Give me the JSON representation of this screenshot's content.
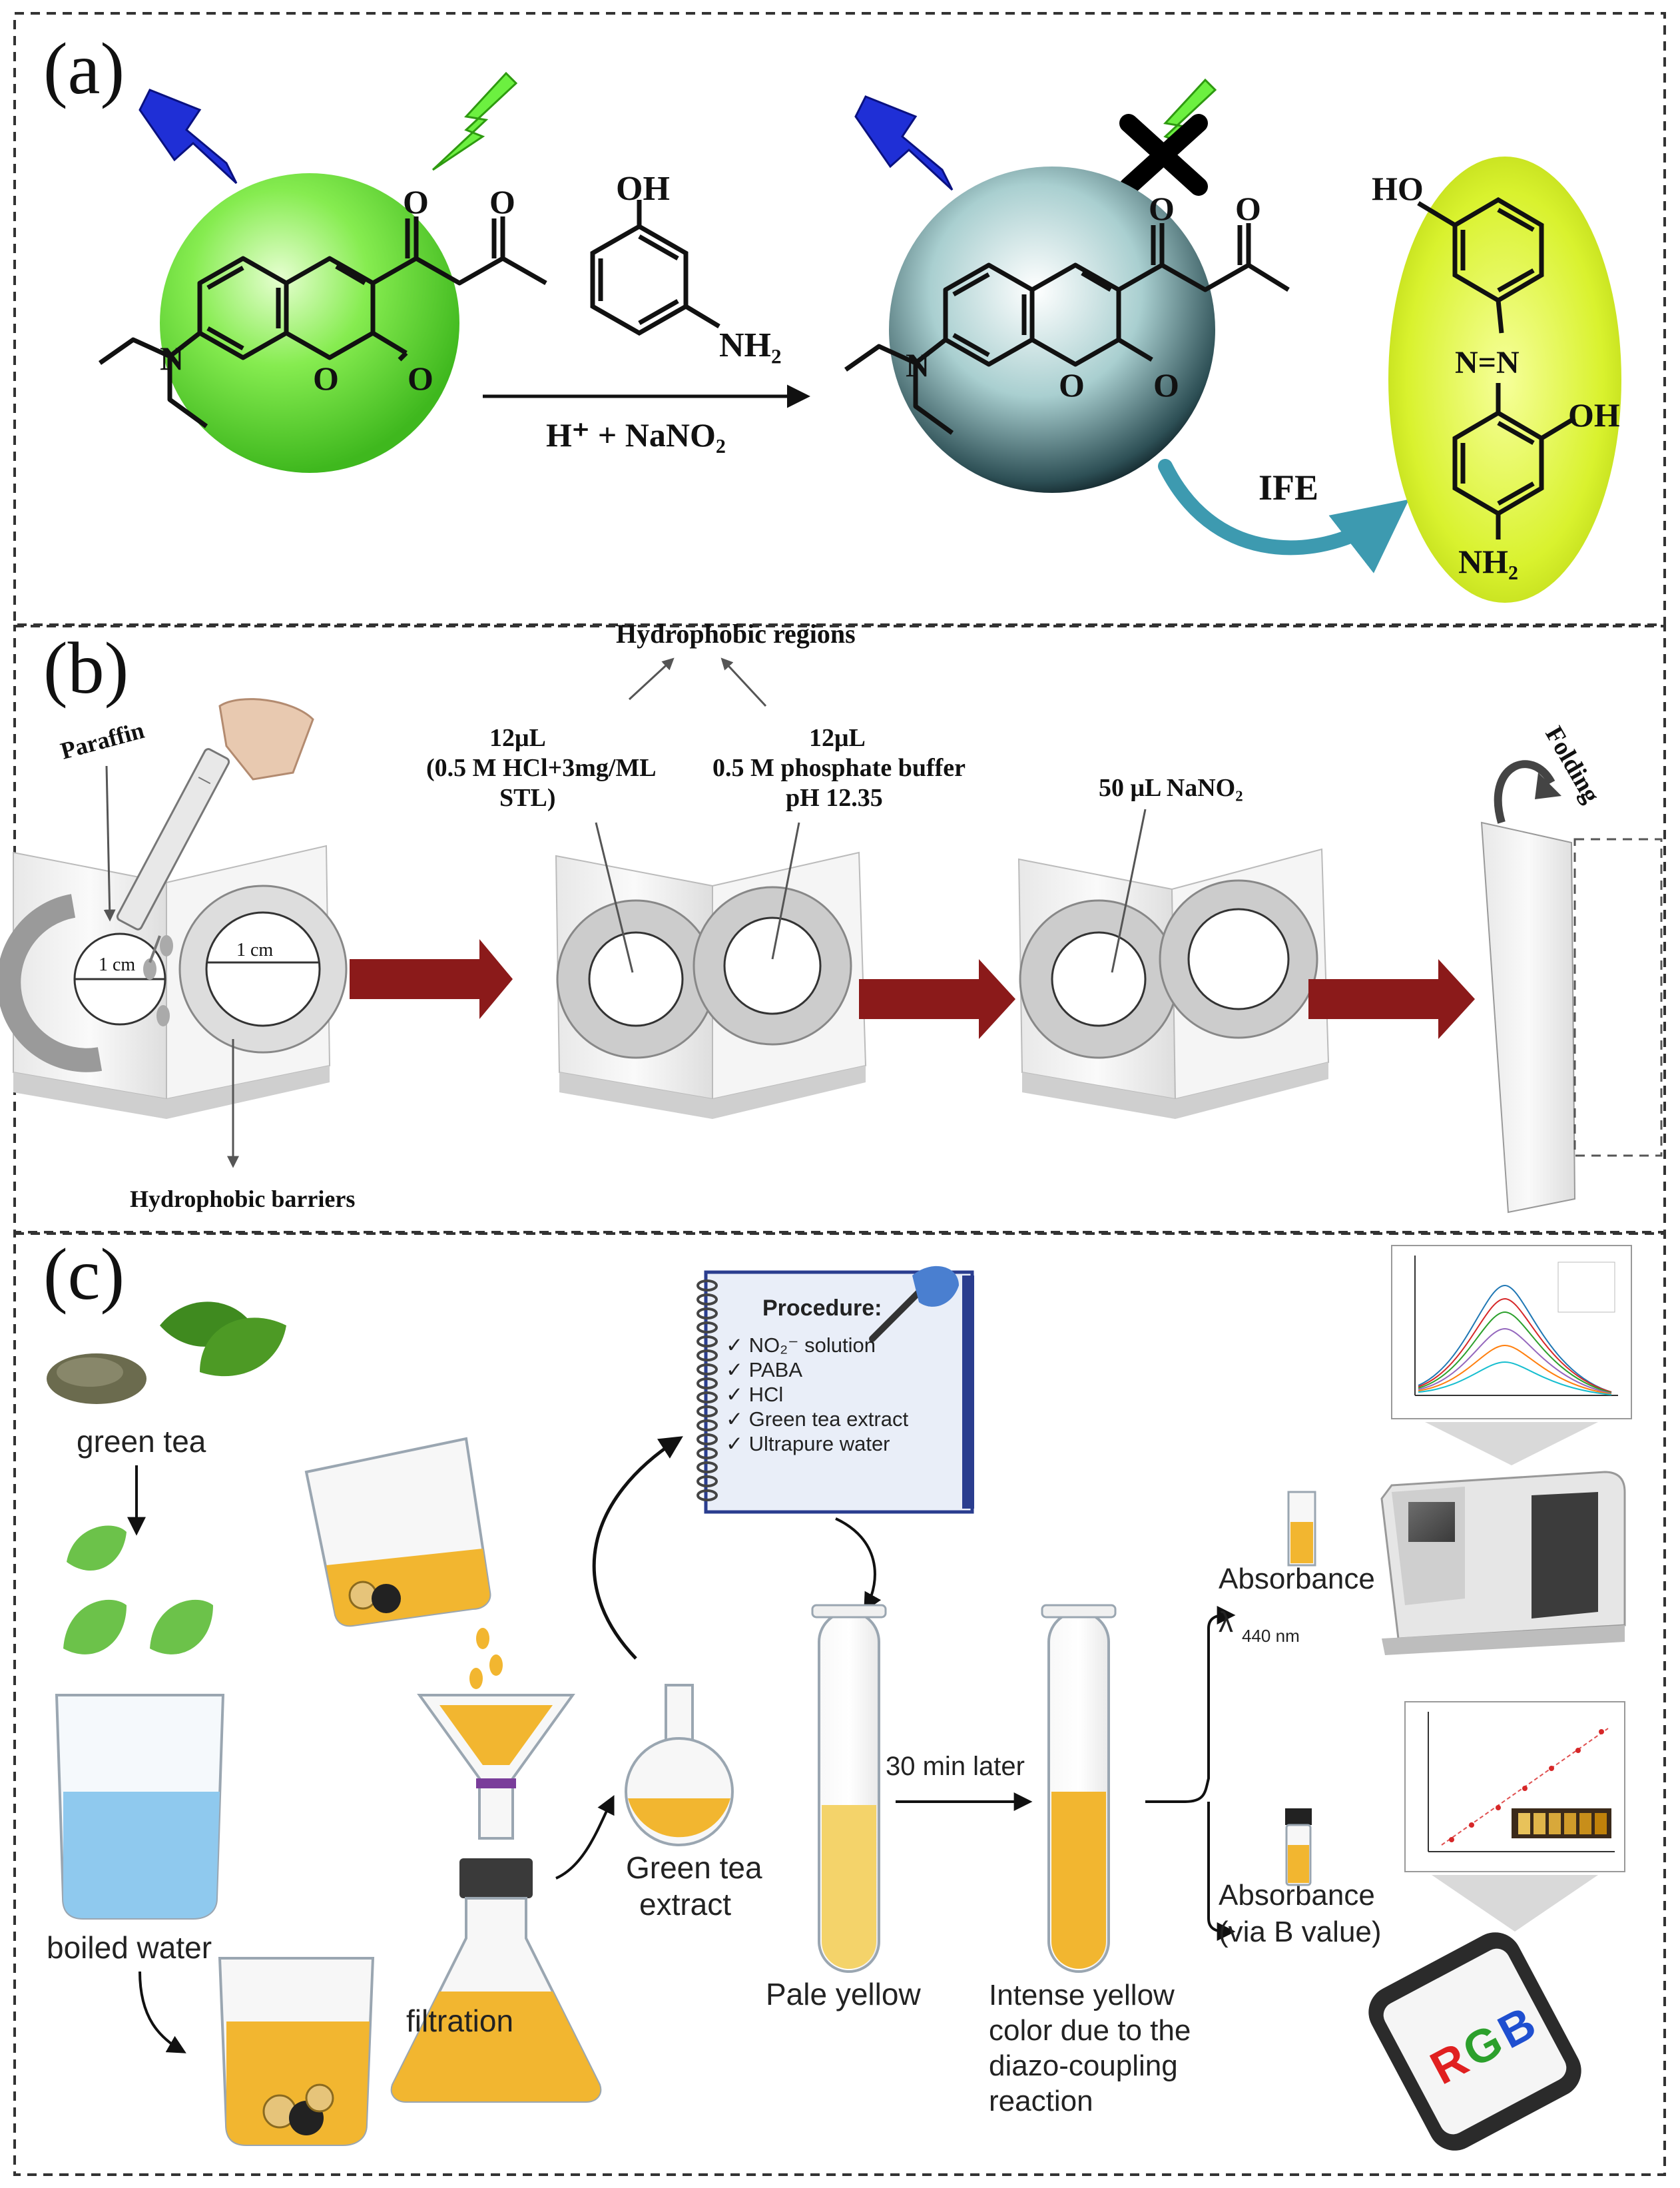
{
  "colors": {
    "green_sphere": "#7fe84a",
    "teal_sphere": "#9cc7c8",
    "blue_bolt": "#1f2fd6",
    "green_bolt": "#6cf040",
    "dark_red_arrow": "#8b1a1a",
    "tea_yellow": "#f2b630",
    "yellow_oval": "#d8f02c",
    "water_blue": "#8fc9ee"
  },
  "panel_a": {
    "label": "(a)",
    "oh": "OH",
    "nh2": "NH₂",
    "reagent": "H⁺ + NaNO₂",
    "ife": "IFE",
    "ho": "HO",
    "oh2": "OH",
    "n_eq": "N=N",
    "nh2_b": "NH₂",
    "o": "O"
  },
  "panel_b": {
    "label": "(b)",
    "hydrophobic_regions": "Hydrophobic regions",
    "paraffin": "Paraffin",
    "one_cm_a": "1 cm",
    "one_cm_b": "1 cm",
    "left_vol": "12μL",
    "left_desc_1": "(0.5 M HCl+3mg/ML",
    "left_desc_2": "STL)",
    "right_vol": "12μL",
    "right_desc_1": "0.5 M phosphate buffer",
    "right_desc_2": "pH 12.35",
    "nano2": "50 μL NaNO₂",
    "folding": "Folding",
    "hydrophobic_barriers": "Hydrophobic barriers"
  },
  "panel_c": {
    "label": "(c)",
    "green_tea": "green tea",
    "boiled_water": "boiled water",
    "filtration": "filtration",
    "extract_1": "Green tea",
    "extract_2": "extract",
    "procedure_title": "Procedure:",
    "procedure_items": [
      "✓ NO₂⁻ solution",
      "✓ PABA",
      "✓ HCl",
      "✓ Green tea extract",
      "✓ Ultrapure water"
    ],
    "pale_yellow": "Pale yellow",
    "thirty_min": "30 min later",
    "intense_1": "Intense yellow",
    "intense_2": "color due to the",
    "intense_3": "diazo-coupling",
    "intense_4": "reaction",
    "absorbance_1": "Absorbance",
    "lambda": "λ",
    "lambda_sub": "440 nm",
    "absorbance_2": "Absorbance",
    "via_b": "(via B value)",
    "rgb": [
      "R",
      "G",
      "B"
    ]
  }
}
